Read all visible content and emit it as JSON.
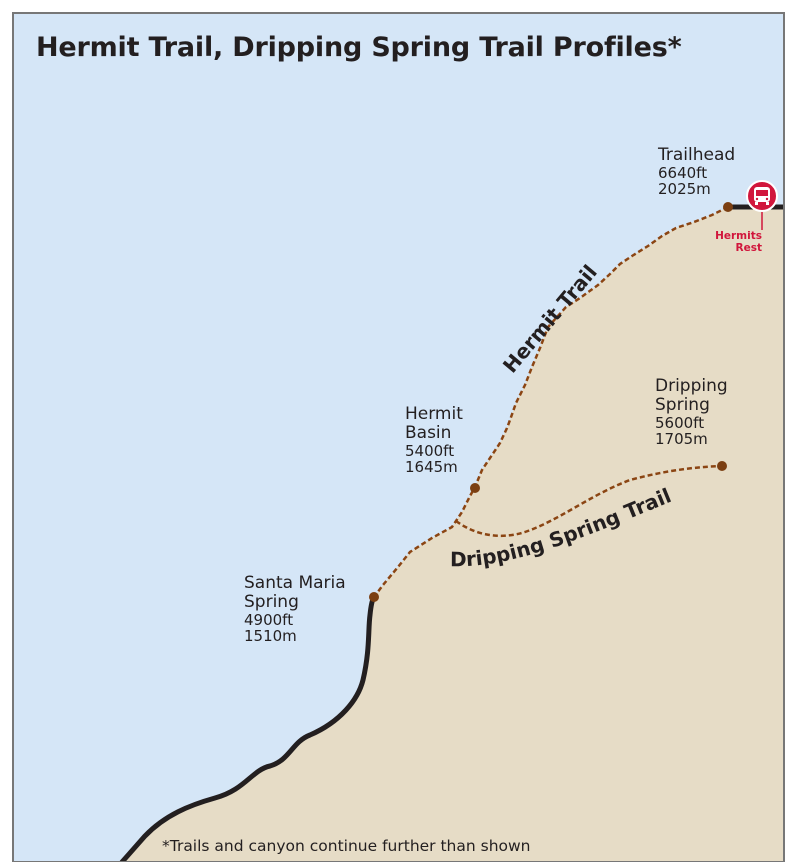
{
  "title": "Hermit Trail, Dripping Spring Trail Profiles*",
  "points": {
    "trailhead": {
      "name": "Trailhead",
      "elev_ft": "6640ft",
      "elev_m": "2025m"
    },
    "hermit_basin": {
      "name_line1": "Hermit",
      "name_line2": "Basin",
      "elev_ft": "5400ft",
      "elev_m": "1645m"
    },
    "dripping_spring": {
      "name_line1": "Dripping",
      "name_line2": "Spring",
      "elev_ft": "5600ft",
      "elev_m": "1705m"
    },
    "santa_maria_spring": {
      "name_line1": "Santa Maria",
      "name_line2": "Spring",
      "elev_ft": "4900ft",
      "elev_m": "1510m"
    }
  },
  "trails": {
    "hermit": "Hermit Trail",
    "dripping_spring": "Dripping Spring Trail"
  },
  "bus_stop": {
    "line1": "Hermits",
    "line2": "Rest",
    "icon": "bus-icon"
  },
  "footnote": "*Trails and canyon continue further than shown",
  "colors": {
    "sky": "#d5e6f7",
    "ground": "#e6dcc6",
    "canyon_rim": "#231f20",
    "trail": "#8b4513",
    "point": "#7b3f12",
    "bus_stop": "#d1163c",
    "border": "#777777"
  }
}
